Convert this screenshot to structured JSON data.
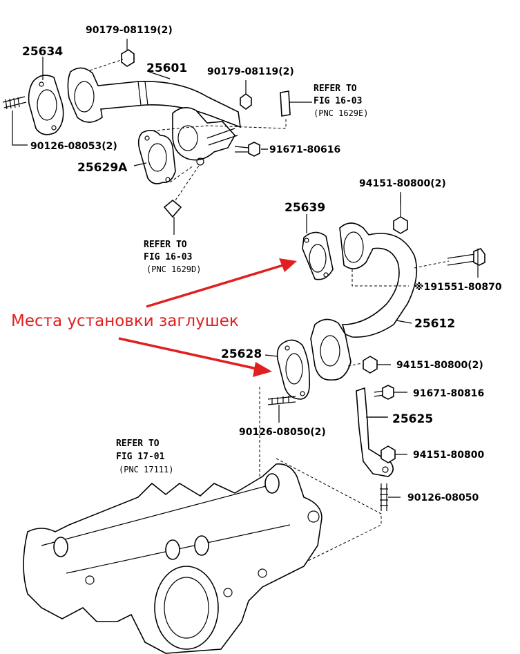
{
  "parts": {
    "p25634": "25634",
    "p25601": "25601",
    "p25629A": "25629A",
    "p25639": "25639",
    "p25612": "25612",
    "p25628": "25628",
    "p25625": "25625",
    "bolt_90179_top": "90179-08119(2)",
    "bolt_90179_mid": "90179-08119(2)",
    "stud_90126_08053": "90126-08053(2)",
    "bolt_91671_80616": "91671-80616",
    "nut_94151_80800_top": "94151-80800(2)",
    "bolt_91551_80870": "※191551-80870",
    "nut_94151_80800_mid": "94151-80800(2)",
    "bolt_91671_80816": "91671-80816",
    "nut_94151_80800_low": "94151-80800",
    "stud_90126_08050_left": "90126-08050(2)",
    "stud_90126_08050_right": "90126-08050"
  },
  "references": {
    "ref_16_03_e": {
      "line1": "REFER TO",
      "line2": "FIG 16-03",
      "line3": "(PNC 1629E)"
    },
    "ref_16_03_d": {
      "line1": "REFER TO",
      "line2": "FIG 16-03",
      "line3": "(PNC 1629D)"
    },
    "ref_17_01": {
      "line1": "REFER TO",
      "line2": "FIG 17-01",
      "line3": "(PNC 17111)"
    }
  },
  "annotation": {
    "text": "Места установки заглушек",
    "color": "#e02020"
  }
}
